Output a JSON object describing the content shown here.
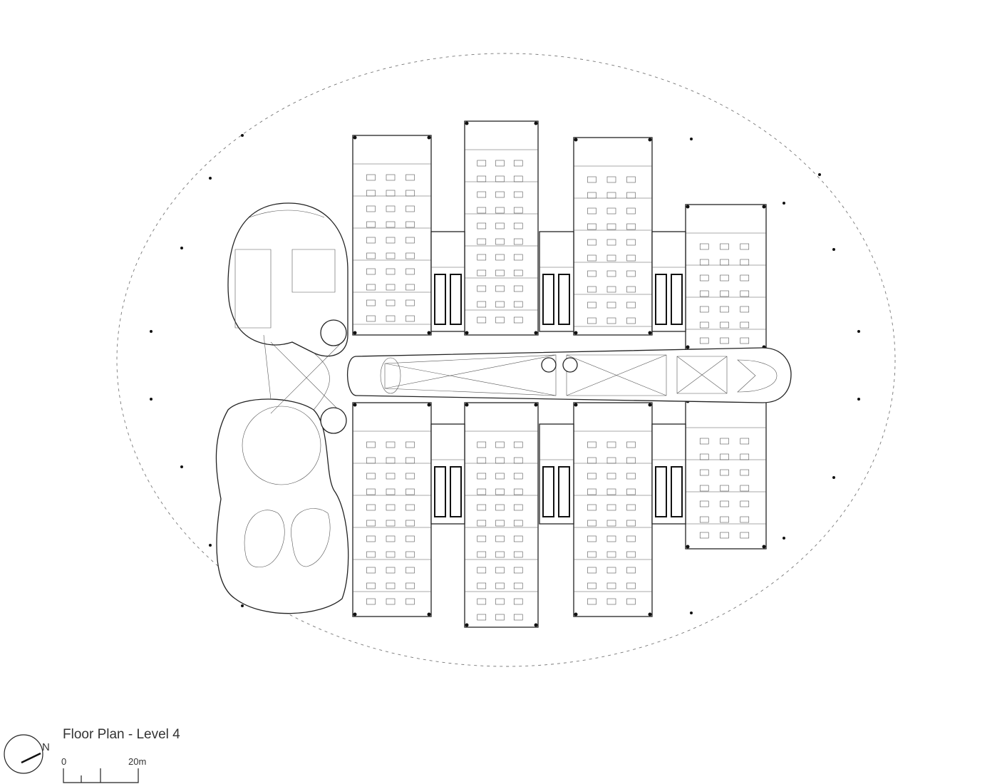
{
  "title": "Floor Plan - Level 4",
  "north_label": "N",
  "scale": {
    "start": "0",
    "end": "20m"
  }
}
